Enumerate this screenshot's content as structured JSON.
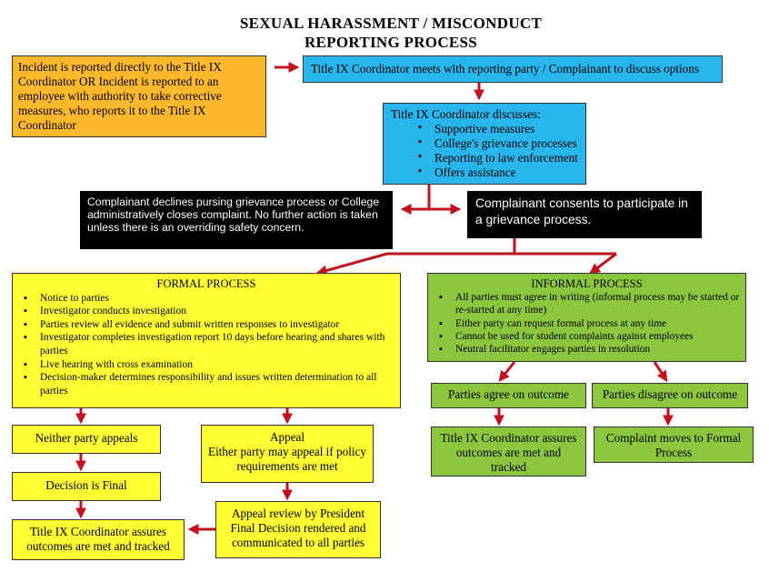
{
  "title": {
    "line1": "SEXUAL HARASSMENT / MISCONDUCT",
    "line2": "REPORTING PROCESS"
  },
  "incident": "Incident is reported directly to the Title IX Coordinator OR Incident is reported to an employee with authority to take corrective measures, who reports it to the Title IX Coordinator",
  "coordinator_meets": "Title IX Coordinator meets with reporting party / Complainant to discuss options",
  "coordinator_discusses": {
    "heading": "Title IX Coordinator discusses:",
    "items": [
      "Supportive measures",
      "College's grievance processes",
      "Reporting to law enforcement",
      "Offers assistance"
    ]
  },
  "declines": "Complainant declines pursing grievance process or College administratively closes complaint.  No further action is taken unless there is an overriding safety concern.",
  "consents": "Complainant consents to participate in a grievance process.",
  "formal": {
    "heading": "FORMAL PROCESS",
    "items": [
      "Notice to parties",
      "Investigator conducts investigation",
      "Parties review all evidence and submit written responses to investigator",
      "Investigator completes investigation report 10 days before hearing and shares with parties",
      "Live hearing with cross examination",
      "Decision-maker determines responsibility and issues written determination to all parties"
    ]
  },
  "informal": {
    "heading": "INFORMAL PROCESS",
    "items": [
      "All parties must agree in writing (informal process may be started or re-started at any time)",
      "Either party can request formal process at any time",
      "Cannot be used for student complaints against employees",
      "Neutral facilitator engages parties in resolution"
    ]
  },
  "neither_appeals": "Neither party appeals",
  "decision_final": "Decision is Final",
  "coordinator_assures_formal": "Title IX Coordinator assures outcomes are met and tracked",
  "appeal": {
    "heading": "Appeal",
    "text": "Either party may appeal if policy requirements are met"
  },
  "appeal_review": "Appeal review by President Final Decision rendered and communicated to all parties",
  "parties_agree": "Parties agree on outcome",
  "parties_disagree": "Parties disagree on outcome",
  "coordinator_assures_informal": "Title IX Coordinator assures outcomes are met and tracked",
  "complaint_moves": "Complaint moves to Formal Process",
  "colors": {
    "arrow": "#c1121f",
    "yellow": "#ffff33",
    "orange": "#fdb92b",
    "blue": "#29b6ec",
    "green": "#8cc63f",
    "black": "#000000"
  }
}
